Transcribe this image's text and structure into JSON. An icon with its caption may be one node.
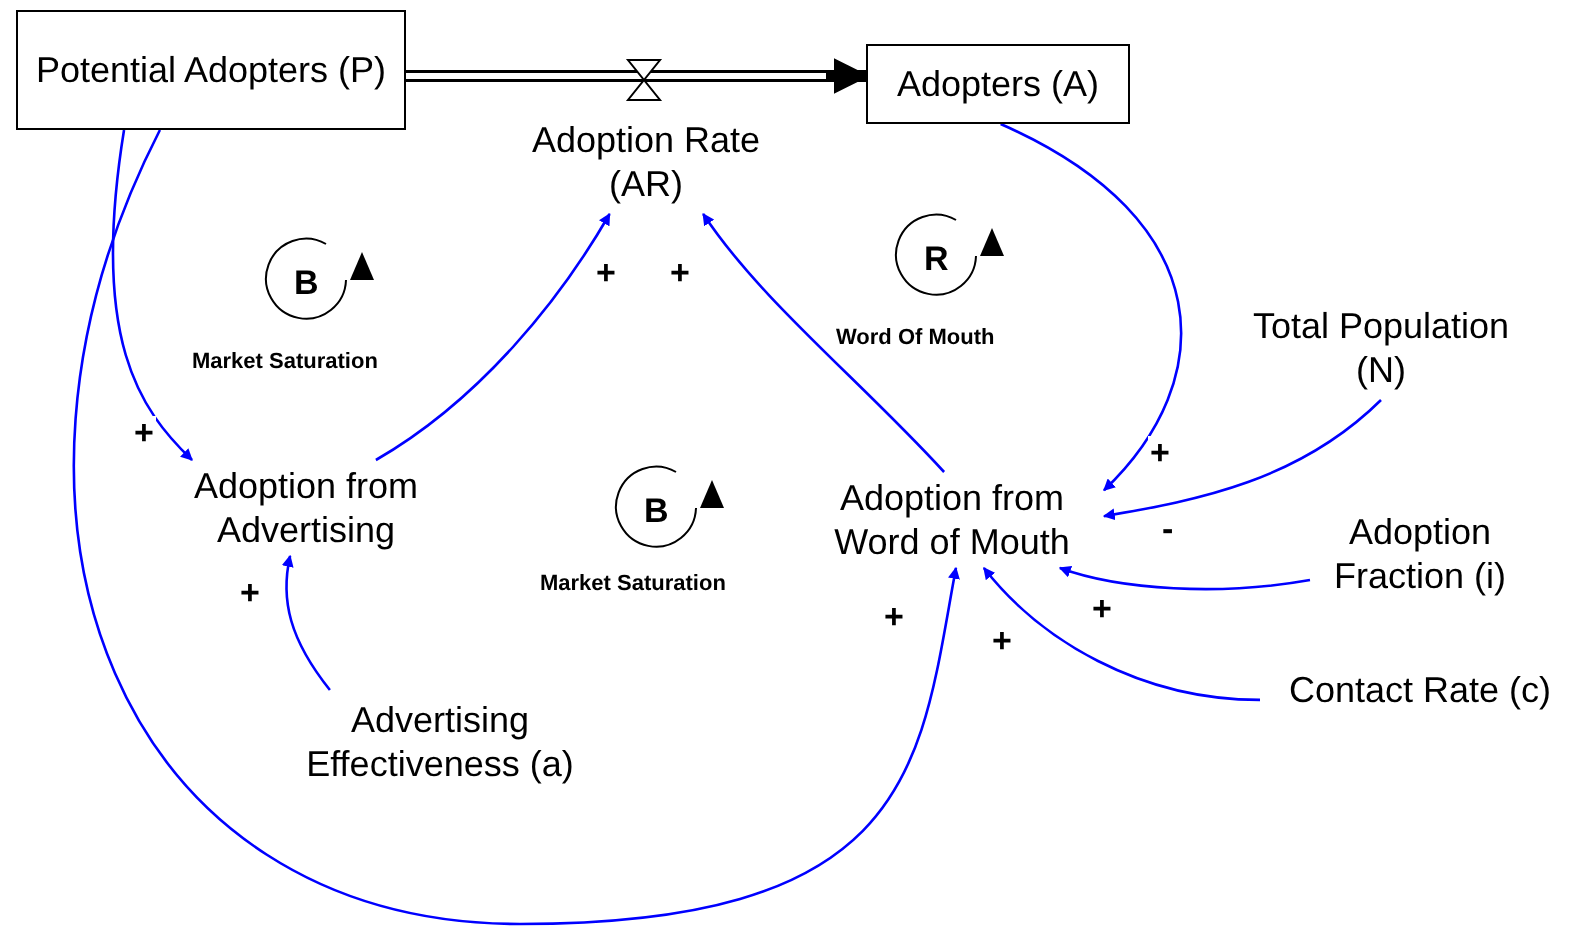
{
  "diagram": {
    "nodes": [
      {
        "text": [
          "Potential Adopters (P)"
        ]
      },
      {
        "text": [
          "Adopters (A)"
        ]
      },
      {
        "text": [
          "Adoption Rate (AR)"
        ]
      },
      {
        "text": [
          "Adoption from Advertising"
        ]
      },
      {
        "text": [
          "Adoption from Word of Mouth"
        ]
      },
      {
        "text": [
          "Total Population (N)"
        ]
      },
      {
        "text": [
          "Adoption Fraction (i)"
        ]
      },
      {
        "text": [
          "Contact Rate (c)"
        ]
      },
      {
        "text": [
          "Advertising Effectiveness (a)"
        ]
      }
    ],
    "edges": [
      {
        "from": 0,
        "to": 1,
        "arrow": "to",
        "style": "thick",
        "color": "#000000"
      },
      {
        "from": 0,
        "to": 3,
        "arrow": "to",
        "label": "+"
      },
      {
        "from": 0,
        "to": 4,
        "arrow": "to",
        "label": "+"
      },
      {
        "from": 3,
        "to": 2,
        "arrow": "to",
        "label": "+"
      },
      {
        "from": 4,
        "to": 2,
        "arrow": "to",
        "label": "+"
      },
      {
        "from": 1,
        "to": 4,
        "arrow": "to",
        "label": "+"
      },
      {
        "from": 5,
        "to": 4,
        "arrow": "to",
        "label": "-"
      },
      {
        "from": 6,
        "to": 4,
        "arrow": "to",
        "label": "+"
      },
      {
        "from": 7,
        "to": 4,
        "arrow": "to",
        "label": "+"
      },
      {
        "from": 8,
        "to": 3,
        "arrow": "to",
        "label": "+"
      }
    ],
    "labels": [
      "B",
      "Market Saturation",
      "R",
      "Word Of Mouth",
      "B",
      "Market Saturation"
    ]
  }
}
